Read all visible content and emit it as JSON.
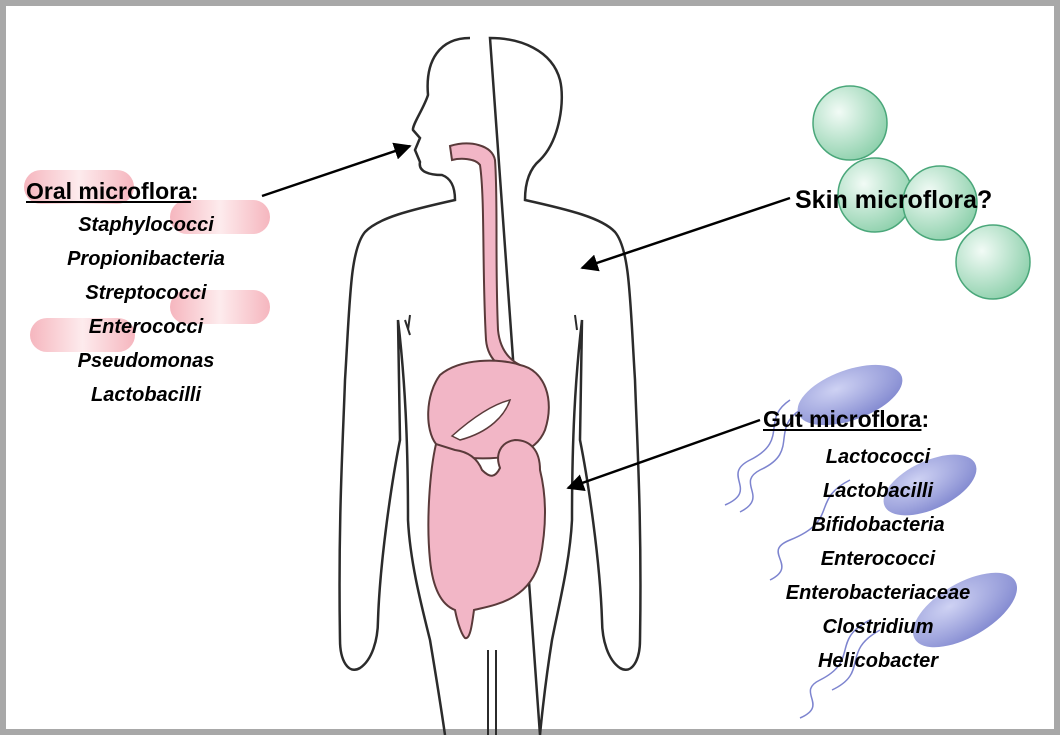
{
  "oral": {
    "heading": "Oral microflora",
    "colon": ":",
    "items": [
      "Staphylococci",
      "Propionibacteria",
      "Streptococci",
      "Enterococci",
      "Pseudomonas",
      "Lactobacilli"
    ]
  },
  "skin": {
    "heading": "Skin microflora?"
  },
  "gut": {
    "heading": "Gut microflora",
    "colon": ":",
    "items": [
      "Lactococci",
      "Lactobacilli",
      "Bifidobacteria",
      "Enterococci",
      "Enterobacteriaceae",
      "Clostridium",
      "Helicobacter"
    ]
  },
  "colors": {
    "body_outline": "#2b2b2b",
    "digestive_fill": "#f2b6c6",
    "digestive_stroke": "#5a3a3a",
    "oral_bacteria": "#f7c9cd",
    "skin_bacteria": "#a9dcc0",
    "gut_bacteria": "#7d84cf",
    "frame": "#a8a8a8"
  }
}
